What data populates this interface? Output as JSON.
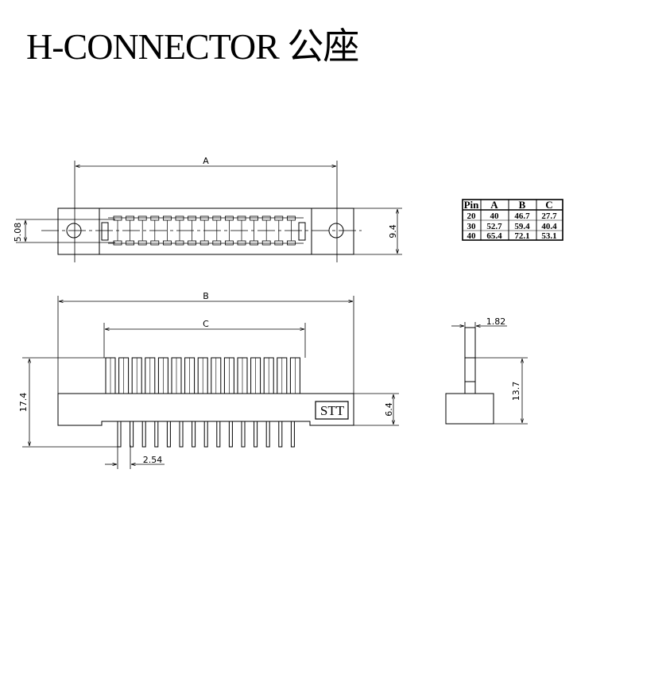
{
  "title": "H-CONNECTOR 公座",
  "dimension_labels": {
    "a": "A",
    "b": "B",
    "c": "C",
    "d_5_08": "5.08",
    "d_9_4": "9.4",
    "d_17_4": "17.4",
    "d_6_4": "6.4",
    "d_2_54": "2.54",
    "d_1_82": "1.82",
    "d_13_7": "13.7"
  },
  "stamp": "STT",
  "table": {
    "headers": [
      "Pin",
      "A",
      "B",
      "C"
    ],
    "rows": [
      [
        "20",
        "40",
        "46.7",
        "27.7"
      ],
      [
        "30",
        "52.7",
        "59.4",
        "40.4"
      ],
      [
        "40",
        "65.4",
        "72.1",
        "53.1"
      ]
    ]
  }
}
